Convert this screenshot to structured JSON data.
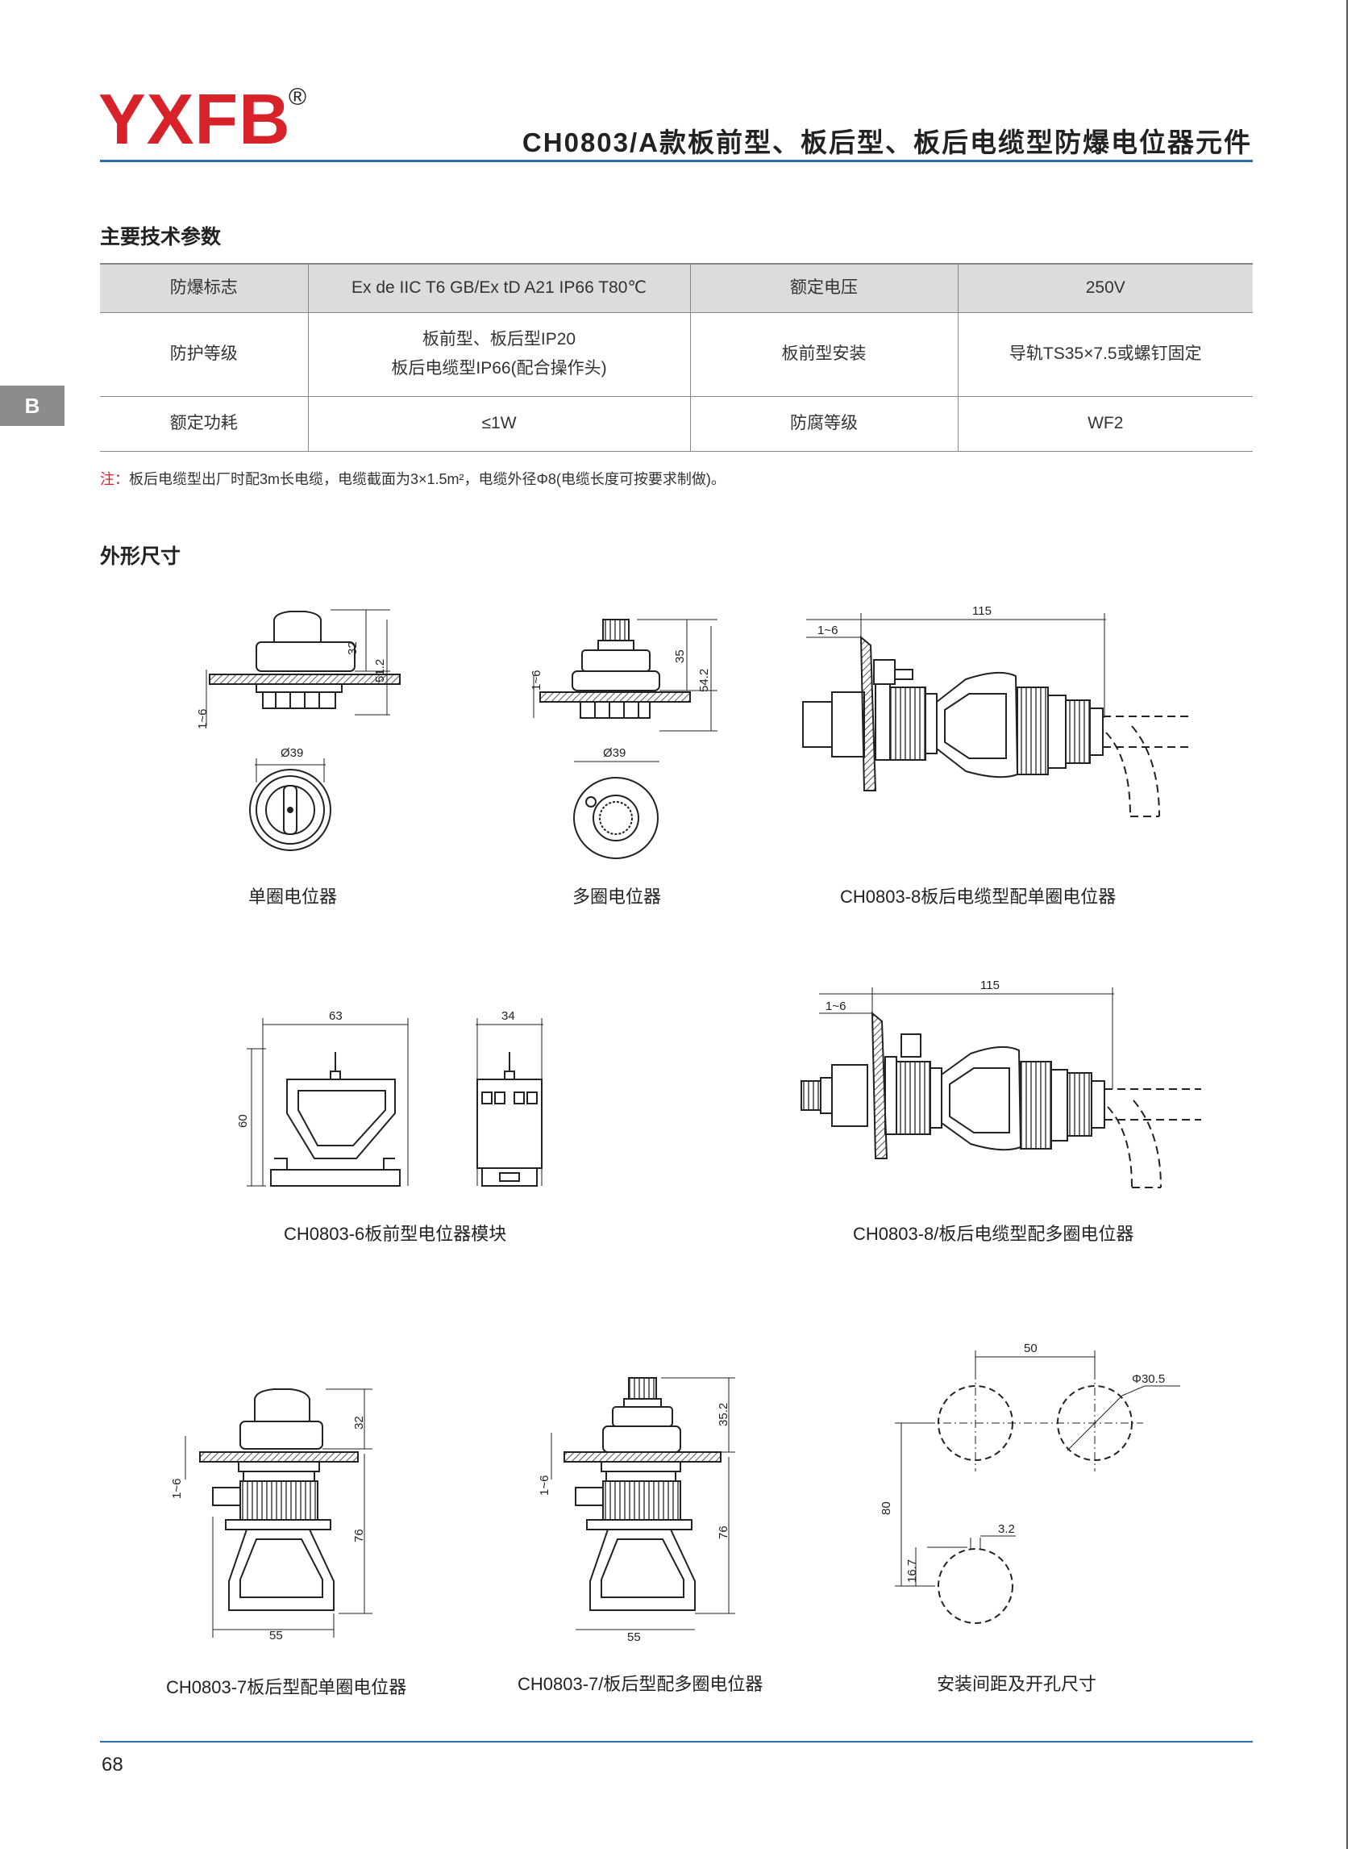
{
  "header": {
    "logo": "YXFB",
    "reg_mark": "®",
    "title": "CH0803/A款板前型、板后型、板后电缆型防爆电位器元件"
  },
  "side_tab": "B",
  "section1_title": "主要技术参数",
  "spec_table": {
    "rows": [
      [
        "防爆标志",
        "Ex de IIC T6 GB/Ex tD A21 IP66 T80℃",
        "额定电压",
        "250V"
      ],
      [
        "防护等级",
        "板前型、板后型IP20",
        "板后电缆型IP66(配合操作头)",
        "板前型安装",
        "导轨TS35×7.5或螺钉固定"
      ],
      [
        "额定功耗",
        "≤1W",
        "防腐等级",
        "WF2"
      ]
    ]
  },
  "note": {
    "prefix": "注：",
    "text": "板后电缆型出厂时配3m长电缆，电缆截面为3×1.5m²，电缆外径Φ8(电缆长度可按要求制做)。"
  },
  "section2_title": "外形尺寸",
  "captions": {
    "single_turn": "单圈电位器",
    "multi_turn": "多圈电位器",
    "ch0803_8_single": "CH0803-8板后电缆型配单圈电位器",
    "ch0803_6": "CH0803-6板前型电位器模块",
    "ch0803_8_multi": "CH0803-8/板后电缆型配多圈电位器",
    "ch0803_7_single": "CH0803-7板后型配单圈电位器",
    "ch0803_7_multi": "CH0803-7/板后型配多圈电位器",
    "mounting": "安装间距及开孔尺寸"
  },
  "dimensions": {
    "d32": "32",
    "d51_2": "51.2",
    "d1_6": "1~6",
    "d39": "Ø39",
    "d35": "35",
    "d54_2": "54.2",
    "d115": "115",
    "d63": "63",
    "d34": "34",
    "d60": "60",
    "d76": "76",
    "d55": "55",
    "d35_2": "35.2",
    "d50": "50",
    "d30_5": "Φ30.5",
    "d80": "80",
    "d3_2": "3.2",
    "d16_7": "16.7"
  },
  "footer": {
    "page_number": "68"
  }
}
